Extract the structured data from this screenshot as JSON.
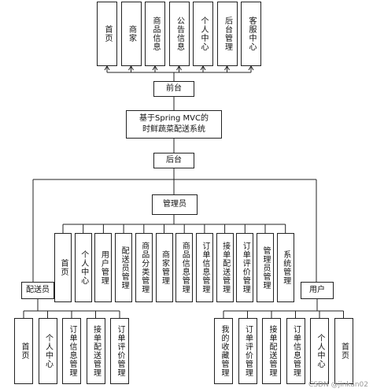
{
  "frontend_modules": [
    "首页",
    "商家",
    "商品信息",
    "公告信息",
    "个人中心",
    "后台管理",
    "客服中心"
  ],
  "front_label": "前台",
  "system_title_line1": "基于Spring MVC的",
  "system_title_line2": "时鲜蔬菜配送系统",
  "back_label": "后台",
  "admin_label": "管理员",
  "admin_modules": [
    "首页",
    "个人中心",
    "用户管理",
    "配送员管理",
    "商品分类管理",
    "商家管理",
    "商品信息管理",
    "订单信息管理",
    "接单配送管理",
    "订单评价管理",
    "管理员管理",
    "系统管理"
  ],
  "courier_label": "配送员",
  "courier_modules": [
    "首页",
    "个人中心",
    "订单信息管理",
    "接单配送管理",
    "订单评价管理"
  ],
  "user_label": "用户",
  "user_modules": [
    "我的收藏管理",
    "订单评价管理",
    "接单配送管理",
    "订单信息管理",
    "个人中心",
    "首页"
  ],
  "watermark": "CSDN @jinkan02"
}
